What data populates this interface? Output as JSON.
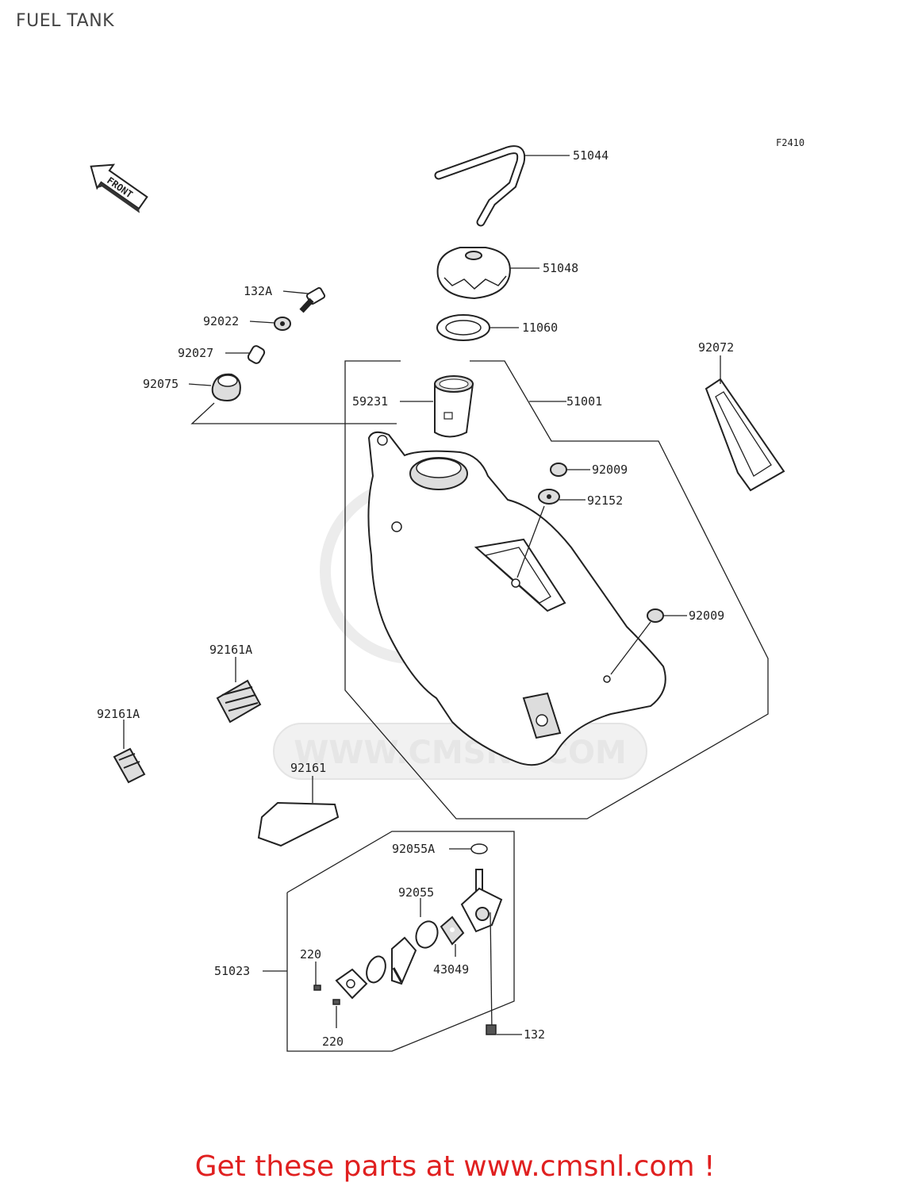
{
  "title": "FUEL TANK",
  "figure_code": "F2410",
  "front_label": "FRONT",
  "watermark": "WWW.CMSNL.COM",
  "footer": "Get these parts at www.cmsnl.com !",
  "parts": {
    "p51044": "51044",
    "p51048": "51048",
    "p11060": "11060",
    "p132A": "132A",
    "p92022": "92022",
    "p92027": "92027",
    "p92075": "92075",
    "p59231": "59231",
    "p51001": "51001",
    "p92072": "92072",
    "p92009a": "92009",
    "p92152": "92152",
    "p92009b": "92009",
    "p92161A_top": "92161A",
    "p92161A_left": "92161A",
    "p92161": "92161",
    "p92055A": "92055A",
    "p92055": "92055",
    "p51023": "51023",
    "p220_top": "220",
    "p43049": "43049",
    "p220_bottom": "220",
    "p132": "132"
  }
}
